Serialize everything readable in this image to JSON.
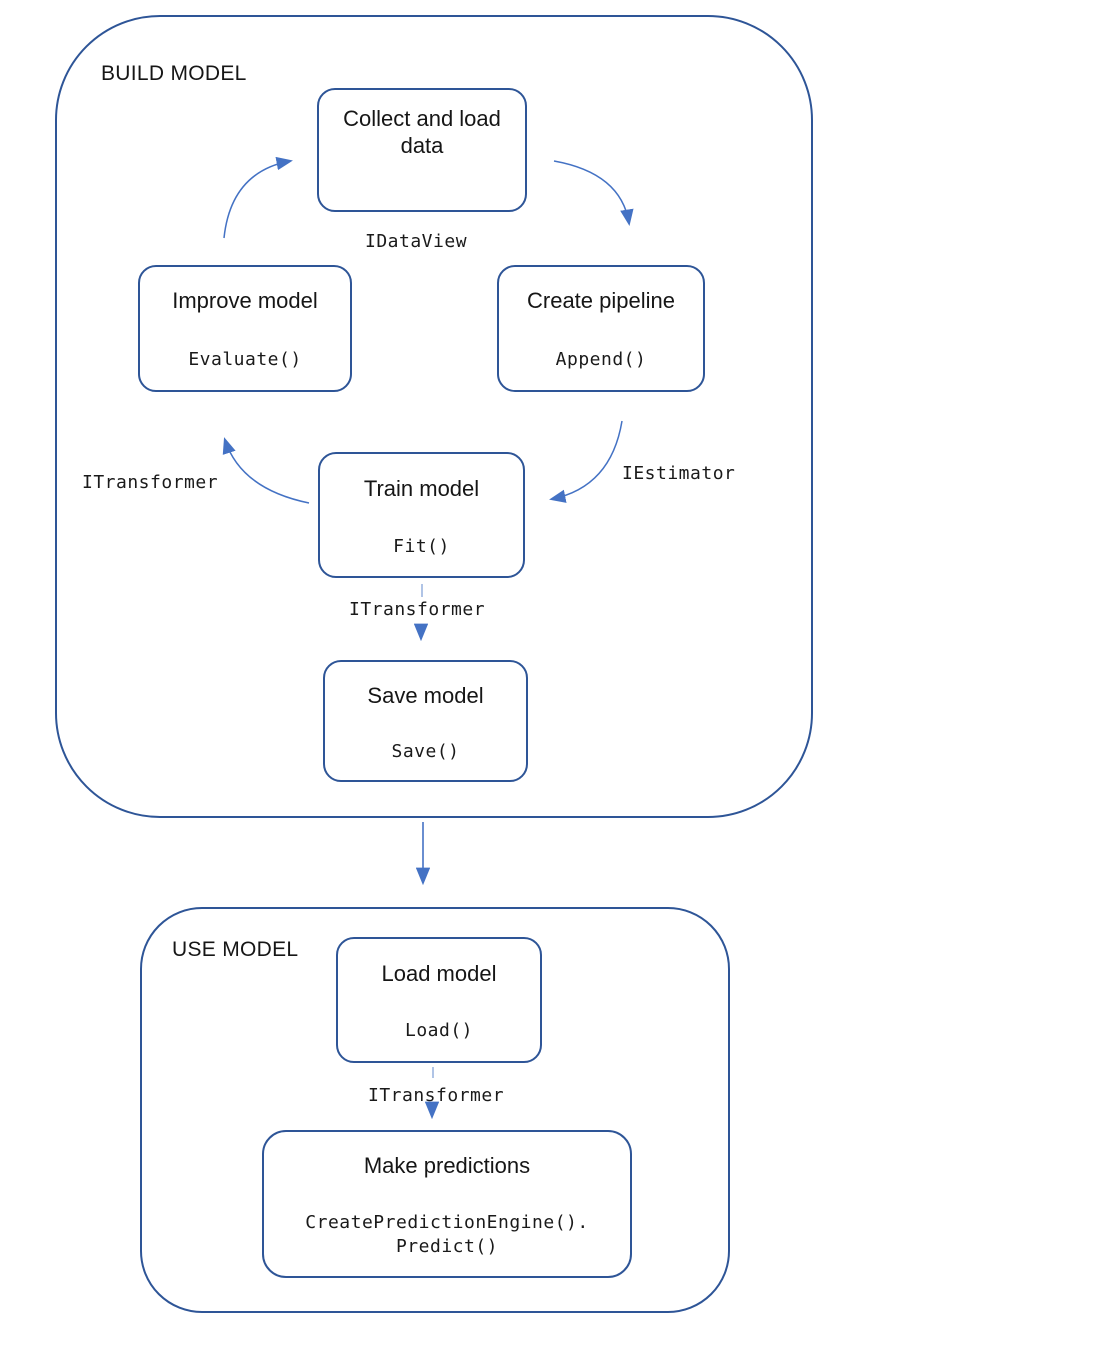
{
  "diagram": {
    "build_model": {
      "label": "BUILD MODEL",
      "nodes": {
        "collect": {
          "title": "Collect and load data"
        },
        "improve": {
          "title": "Improve model",
          "code": "Evaluate()"
        },
        "create": {
          "title": "Create pipeline",
          "code": "Append()"
        },
        "train": {
          "title": "Train model",
          "code": "Fit()"
        },
        "save": {
          "title": "Save model",
          "code": "Save()"
        }
      },
      "edge_labels": {
        "idataview": "IDataView",
        "iestimator": "IEstimator",
        "itransformer_feedback": "ITransformer",
        "itransformer_to_save": "ITransformer"
      }
    },
    "use_model": {
      "label": "USE MODEL",
      "nodes": {
        "load": {
          "title": "Load model",
          "code": "Load()"
        },
        "predict": {
          "title": "Make predictions",
          "code_line1": "CreatePredictionEngine().",
          "code_line2": "Predict()"
        }
      },
      "edge_labels": {
        "itransformer_to_predict": "ITransformer"
      }
    },
    "colors": {
      "box_border": "#2e5597",
      "arrow": "#4472c4",
      "connector_light": "#8faadc",
      "text": "#1f1f1f"
    }
  }
}
